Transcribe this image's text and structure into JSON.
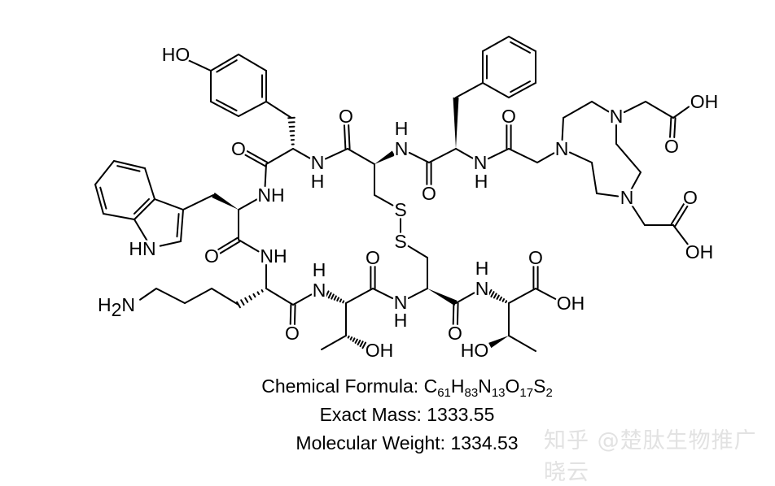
{
  "labels": {
    "tyr_oh": "HO",
    "o": "O",
    "n": "N",
    "h": "H",
    "nh": "NH",
    "hn": "HN",
    "s": "S",
    "oh": "OH",
    "ho": "HO",
    "h2n_h": "H",
    "h2n_2": "2",
    "h2n_n": "N"
  },
  "formula": {
    "prefix": "Chemical Formula: ",
    "parts": [
      "C",
      "61",
      "H",
      "83",
      "N",
      "13",
      "O",
      "17",
      "S",
      "2"
    ]
  },
  "exact_mass": "Exact Mass: 1333.55",
  "molecular_weight": "Molecular Weight: 1334.53",
  "watermark": "知乎 @楚肽生物推广晓云"
}
